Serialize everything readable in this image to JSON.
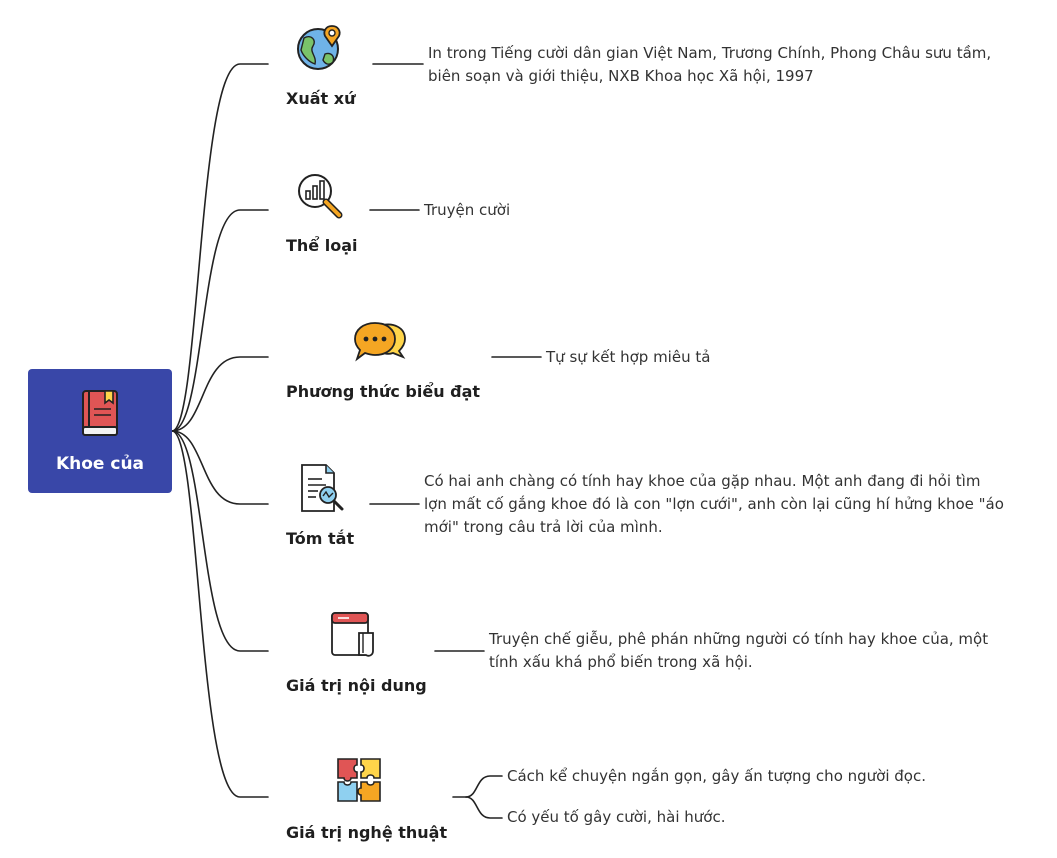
{
  "root": {
    "label": "Khoe của",
    "icon": "book-icon",
    "color": "#3947a8"
  },
  "branches": [
    {
      "id": "xuat-xu",
      "label": "Xuất xứ",
      "icon": "globe-pin-icon",
      "leaves": [
        "In trong Tiếng cười dân gian Việt Nam, Trương Chính, Phong Châu sưu tầm, biên soạn và giới thiệu, NXB Khoa học Xã hội, 1997"
      ]
    },
    {
      "id": "the-loai",
      "label": "Thể loại",
      "icon": "magnifier-chart-icon",
      "leaves": [
        "Truyện cười"
      ]
    },
    {
      "id": "phuong-thuc",
      "label": "Phương thức biểu đạt",
      "icon": "speech-bubbles-icon",
      "leaves": [
        "Tự sự kết hợp miêu tả"
      ]
    },
    {
      "id": "tom-tat",
      "label": "Tóm tắt",
      "icon": "document-search-icon",
      "leaves": [
        "Có hai anh chàng có tính hay khoe của gặp nhau. Một anh đang đi hỏi tìm lợn mất cố gắng khoe đó là con \"lợn cưới\", anh còn lại cũng hí hửng khoe \"áo mới\" trong câu trả lời của mình."
      ]
    },
    {
      "id": "gia-tri-noi-dung",
      "label": "Giá trị nội dung",
      "icon": "calendar-icon",
      "leaves": [
        "Truyện chế giễu, phê phán những người có tính hay khoe của, một tính xấu khá phổ biến trong xã hội."
      ]
    },
    {
      "id": "gia-tri-nghe-thuat",
      "label": "Giá trị nghệ thuật",
      "icon": "puzzle-icon",
      "leaves": [
        "Cách kể chuyện ngắn gọn, gây ấn tượng cho người đọc.",
        "Có yếu tố gây cười, hài hước."
      ]
    }
  ]
}
